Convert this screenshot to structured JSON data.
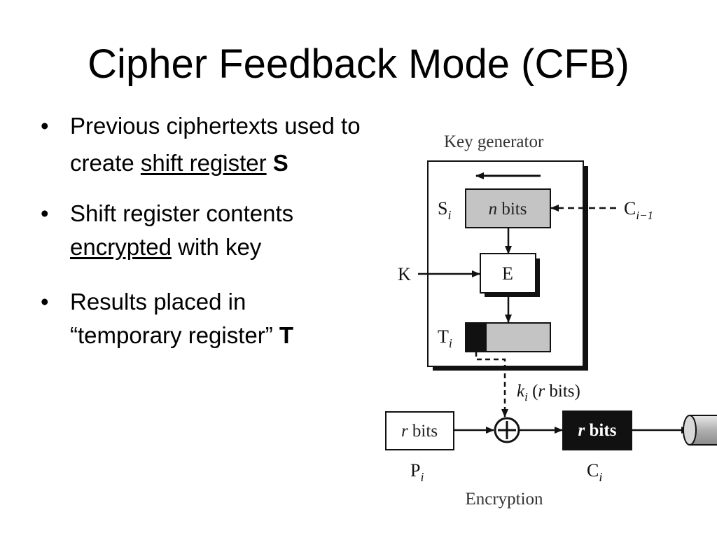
{
  "title": "Cipher Feedback Mode (CFB)",
  "bullets": [
    {
      "pre": "Previous ciphertexts used to create ",
      "link": "shift register",
      "post": " ",
      "bold": "S"
    },
    {
      "pre": "Shift register contents ",
      "link": "encrypted",
      "post": " with key",
      "bold": ""
    },
    {
      "pre": "Results placed in “temporary register” ",
      "link": "",
      "post": "",
      "bold": "T"
    }
  ],
  "diagram": {
    "key_generator_label": "Key generator",
    "shift_register_label": "S",
    "shift_register_sub": "i",
    "shift_register_content_italic": "n",
    "shift_register_content": " bits",
    "feedback_label": "C",
    "feedback_sub": "i−1",
    "key_label": "K",
    "encrypt_label": "E",
    "temp_register_label": "T",
    "temp_register_sub": "i",
    "keystream_italic_k": "k",
    "keystream_sub": "i",
    "keystream_rest_open": " (",
    "keystream_italic_r": "r",
    "keystream_rest_close": " bits)",
    "plaintext_italic": "r",
    "plaintext_bits": " bits",
    "plaintext_label": "P",
    "plaintext_sub": "i",
    "xor_symbol": "⊕",
    "ciphertext_italic": "r",
    "ciphertext_bits": " bits",
    "ciphertext_label": "C",
    "ciphertext_sub": "i",
    "caption": "Encryption",
    "colors": {
      "gray_fill": "#c4c4c4",
      "black": "#111111",
      "pipe": "#b8b8b8"
    }
  }
}
